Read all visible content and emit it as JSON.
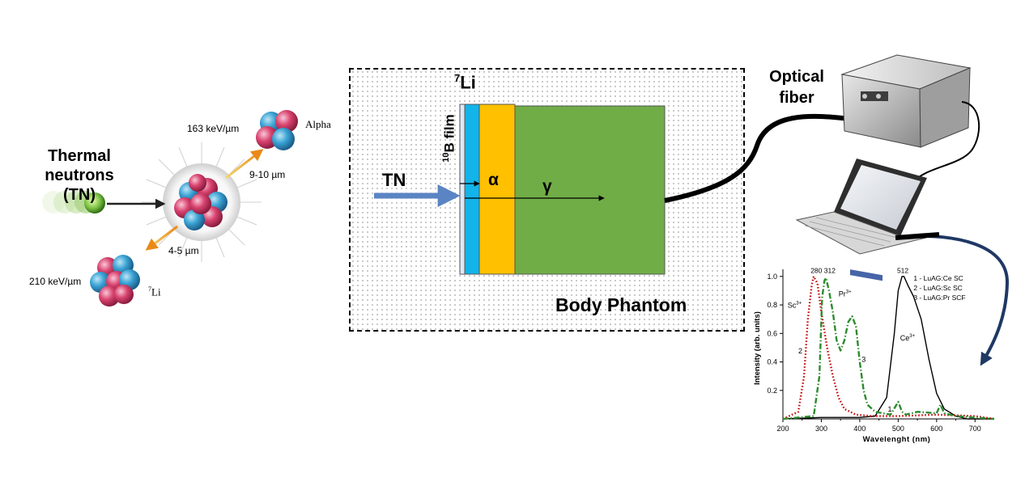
{
  "left_panel": {
    "thermal_neutrons": "Thermal neutrons (TN)",
    "alpha": "Alpha",
    "alpha_let": "163 keV/µm",
    "alpha_range": "9-10 µm",
    "li_range": "4-5 µm",
    "li_let": "210 keV/µm",
    "li_label_mass": "7",
    "li_label_el": "Li"
  },
  "phantom": {
    "tn": "TN",
    "li_mass": "7",
    "li_el": "Li",
    "boron_mass": "10",
    "boron_text": "B film",
    "alpha": "α",
    "gamma": "γ",
    "title": "Body Phantom",
    "colors": {
      "film": "#dfe8f5",
      "boron_layer": "#12b4ea",
      "alpha_layer": "#ffc000",
      "phantom": "#70ad47"
    }
  },
  "right_panel": {
    "optical_fiber": "Optical fiber"
  },
  "chart_data": {
    "type": "line",
    "xlabel": "Wavelenght (nm)",
    "ylabel": "Intensity (arb. units)",
    "xlim": [
      200,
      750
    ],
    "ylim": [
      0,
      1.05
    ],
    "x_ticks": [
      200,
      300,
      400,
      500,
      600,
      700
    ],
    "y_ticks": [
      0.2,
      0.4,
      0.6,
      0.8,
      1.0
    ],
    "x_tick_labels": [
      "200",
      "300",
      "400",
      "500",
      "600",
      "700"
    ],
    "y_tick_labels": [
      "0.2",
      "0.4",
      "0.6",
      "0.8",
      "1.0"
    ],
    "legend": [
      "1 - LuAG:Ce SC",
      "2 - LuAG:Sc SC",
      "3 - LuAG:Pr SCF"
    ],
    "legend_position": "top-right",
    "peak_labels": [
      "280",
      "312",
      "512"
    ],
    "ion_labels": [
      {
        "ion": "Sc",
        "charge": "3+"
      },
      {
        "ion": "Pr",
        "charge": "3+"
      },
      {
        "ion": "Ce",
        "charge": "3+"
      }
    ],
    "curve_numbers": [
      "1",
      "2",
      "3"
    ],
    "series": [
      {
        "name": "1",
        "color": "#000000",
        "style": "solid",
        "x": [
          200,
          300,
          400,
          440,
          470,
          490,
          500,
          510,
          515,
          525,
          540,
          560,
          580,
          600,
          620,
          650,
          680,
          750
        ],
        "y": [
          0.0,
          0.01,
          0.01,
          0.02,
          0.15,
          0.6,
          0.9,
          1.0,
          1.0,
          0.94,
          0.86,
          0.7,
          0.42,
          0.18,
          0.07,
          0.02,
          0.0,
          0.0
        ]
      },
      {
        "name": "2",
        "color": "#c00000",
        "style": "dotted",
        "x": [
          200,
          240,
          255,
          265,
          275,
          280,
          290,
          300,
          315,
          330,
          345,
          360,
          390,
          430,
          500,
          600,
          700,
          750
        ],
        "y": [
          0.0,
          0.05,
          0.3,
          0.7,
          0.94,
          1.0,
          0.95,
          0.75,
          0.5,
          0.3,
          0.15,
          0.07,
          0.03,
          0.02,
          0.02,
          0.03,
          0.02,
          0.0
        ]
      },
      {
        "name": "3",
        "color": "#2e8b2e",
        "style": "dashdot",
        "x": [
          200,
          280,
          295,
          302,
          308,
          312,
          320,
          330,
          340,
          350,
          360,
          370,
          380,
          390,
          400,
          410,
          420,
          440,
          480,
          500,
          510,
          520,
          550,
          600,
          610,
          620,
          650,
          750
        ],
        "y": [
          0.0,
          0.02,
          0.3,
          0.85,
          0.97,
          0.99,
          0.9,
          0.75,
          0.55,
          0.48,
          0.55,
          0.68,
          0.72,
          0.65,
          0.4,
          0.2,
          0.1,
          0.05,
          0.03,
          0.12,
          0.05,
          0.03,
          0.05,
          0.04,
          0.1,
          0.04,
          0.02,
          0.0
        ]
      }
    ]
  }
}
